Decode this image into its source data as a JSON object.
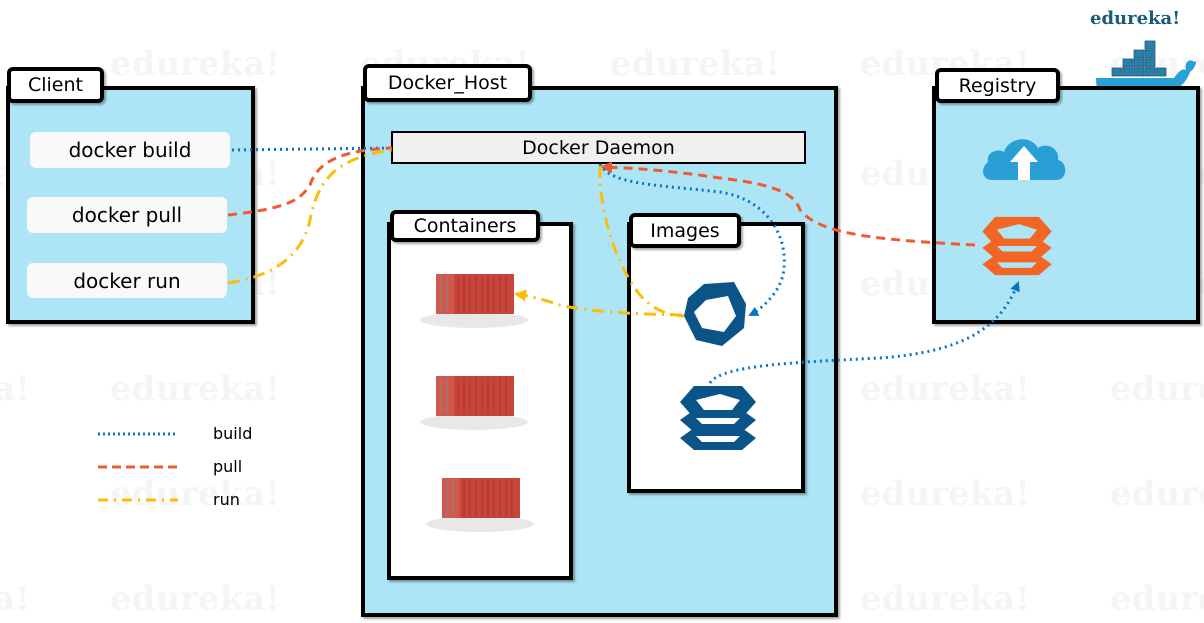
{
  "brand": {
    "name": "edureka!",
    "watermark": "edureka!"
  },
  "colors": {
    "panel_fill": "#ade5f7",
    "build": "#0a74c4",
    "pull": "#f05a30",
    "run": "#fbbd08",
    "image_icon": "#0b5487",
    "registry_icon": "#f26522",
    "cloud": "#2a9fd6"
  },
  "client": {
    "title": "Client",
    "commands": [
      {
        "label": "docker build",
        "flow": "build"
      },
      {
        "label": "docker pull",
        "flow": "pull"
      },
      {
        "label": "docker run",
        "flow": "run"
      }
    ]
  },
  "docker_host": {
    "title": "Docker_Host",
    "daemon": "Docker Daemon",
    "containers": {
      "title": "Containers",
      "count": 3
    },
    "images": {
      "title": "Images",
      "items": [
        "single-image-icon",
        "stacked-images-icon"
      ]
    }
  },
  "registry": {
    "title": "Registry",
    "icons": [
      "cloud-upload-icon",
      "registry-images-icon"
    ]
  },
  "legend": [
    {
      "label": "build",
      "style": "dotted",
      "color": "#0a74c4"
    },
    {
      "label": "pull",
      "style": "dashed",
      "color": "#f05a30"
    },
    {
      "label": "run",
      "style": "dash-dot",
      "color": "#fbbd08"
    }
  ]
}
